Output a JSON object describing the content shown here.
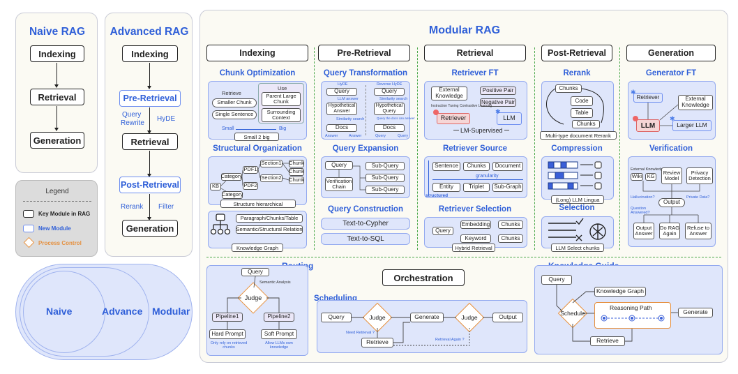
{
  "naive": {
    "title": "Naive RAG",
    "steps": [
      "Indexing",
      "Retrieval",
      "Generation"
    ]
  },
  "advanced": {
    "title": "Advanced RAG",
    "steps": [
      "Indexing",
      "Pre-Retrieval",
      "Retrieval",
      "Post-Retrieval",
      "Generation"
    ],
    "pre_notes": [
      "Query",
      "Rewrite",
      "HyDE"
    ],
    "post_notes": [
      "Rerank",
      "Filter"
    ]
  },
  "legend": {
    "title": "Legend",
    "items": [
      "Key Module in RAG",
      "New Module",
      "Process Control"
    ]
  },
  "venn": {
    "labels": [
      "Naive",
      "Advance",
      "Modular"
    ]
  },
  "modular": {
    "title": "Modular RAG",
    "columns": [
      "Indexing",
      "Pre-Retrieval",
      "Retrieval",
      "Post-Retrieval",
      "Generation"
    ],
    "indexing": {
      "chunk_opt": "Chunk Optimization",
      "chunk_items": {
        "retrieve": "Retrieve",
        "smaller": "Smaller Chunk",
        "single": "Single Sentence",
        "use": "Use",
        "parent": "Parent Large Chunk",
        "surround": "Surrounding Context",
        "small": "Small",
        "big": "Big",
        "caption": "Small 2 big"
      },
      "struct_org": "Structural Organization",
      "struct_items": {
        "kb": "KB",
        "cat1": "Category",
        "cat2": "Category",
        "pdf1": "PDF1",
        "pdf2": "PDF2",
        "s1": "Section1",
        "s2": "Section2",
        "c1": "Chunk",
        "c2": "Chunk",
        "c3": "Chunk",
        "caption": "Structure hierarchical"
      },
      "kg_items": {
        "p1": "Paragraph/Chunks/Table",
        "p2": "Semantic/Structural Relation",
        "caption": "Knowledge Graph"
      }
    },
    "preretrieval": {
      "qt": "Query Transformation",
      "qt_items": {
        "hyde": "HyDE",
        "rhyde": "Reverse HyDE",
        "q1": "Query",
        "q2": "Query",
        "llm": "LLM answer",
        "sim1": "Similarity search",
        "sim2": "Similarity search",
        "ha": "Hypothetical Answer",
        "hq": "Hypothetical Query",
        "qdoc": "Query the docs can answer",
        "d1": "Docs",
        "d2": "Docs",
        "ans": "Answer",
        "ans2": "Answer",
        "query3": "Query",
        "query4": "Query"
      },
      "qe": "Query Expansion",
      "qe_items": {
        "q": "Query",
        "vc": "Verification Chain",
        "sq1": "Sub-Query",
        "sq2": "Sub-Query",
        "sq3": "Sub-Query"
      },
      "qc": "Query Construction",
      "qc_items": [
        "Text-to-Cypher",
        "Text-to-SQL"
      ]
    },
    "retrieval": {
      "ft": "Retriever FT",
      "ft_items": {
        "ek": "External Knowledge",
        "pos": "Positive Pair",
        "neg": "Negative Pair",
        "ret": "Retriever",
        "llm": "LLM",
        "it": "Instruction Tuning",
        "cl": "Contrastive Learning",
        "sup": "LM-Supervised"
      },
      "src": "Retriever Source",
      "src_items": {
        "a": "Sentence",
        "b": "Chunks",
        "c": "Document",
        "d": "Entity",
        "e": "Triplet",
        "f": "Sub-Graph",
        "g": "granularity",
        "s": "structured"
      },
      "sel": "Retriever Selection",
      "sel_items": {
        "q": "Query",
        "emb": "Embedding",
        "kw": "Keyword",
        "c1": "Chunks",
        "c2": "Chunks",
        "cap": "Hybrid Retrieval"
      }
    },
    "postretrieval": {
      "rerank": "Rerank",
      "rr_items": {
        "c": "Chunks",
        "code": "Code",
        "table": "Table",
        "c2": "Chunks",
        "cap": "Multi-type document Rerank"
      },
      "comp": "Compression",
      "comp_cap": "(Long) LLM Lingua",
      "sel": "Selection",
      "sel_cap": "LLM Select chunks"
    },
    "generation": {
      "ft": "Generator FT",
      "ft_items": {
        "ret": "Retriever",
        "ek": "External Knowledge",
        "llm": "LLM",
        "large": "Larger LLM"
      },
      "ver": "Verification",
      "ver_items": {
        "ekn": "External Knowledge",
        "wiki": "Wiki",
        "kg": "KG",
        "rm": "Review Model",
        "pd": "Privacy Detection",
        "hall": "Hallucination?",
        "priv": "Private Data?",
        "qa": "Question Answered?",
        "out": "Output",
        "o1": "Output Answer",
        "o2": "Do RAG Again",
        "o3": "Refuse to Answer"
      }
    },
    "routing": {
      "title": "Routing",
      "query": "Query",
      "sem": "Semantic Analysis",
      "judge": "Judge",
      "p1": "Pipeline1",
      "p2": "Pipeline2",
      "hp": "Hard Prompt",
      "sp": "Soft Prompt",
      "n1": "Only rely on retrieved chunks",
      "n2": "Allow LLMs own knowledge"
    },
    "orchestration": {
      "title": "Orchestration"
    },
    "scheduling": {
      "title": "Scheduling",
      "query": "Query",
      "j1": "Judge",
      "gen": "Generate",
      "j2": "Judge",
      "out": "Output",
      "ret": "Retrieve",
      "nr": "Need Retrieval ?",
      "ra": "Retrieval Again ?"
    },
    "kguide": {
      "title": "Knowledge Guide",
      "query": "Query",
      "kg": "Knowledge Graph",
      "sched": "Schedule",
      "rp": "Reasoning Path",
      "gen": "Generate",
      "ret": "Retrieve"
    }
  }
}
